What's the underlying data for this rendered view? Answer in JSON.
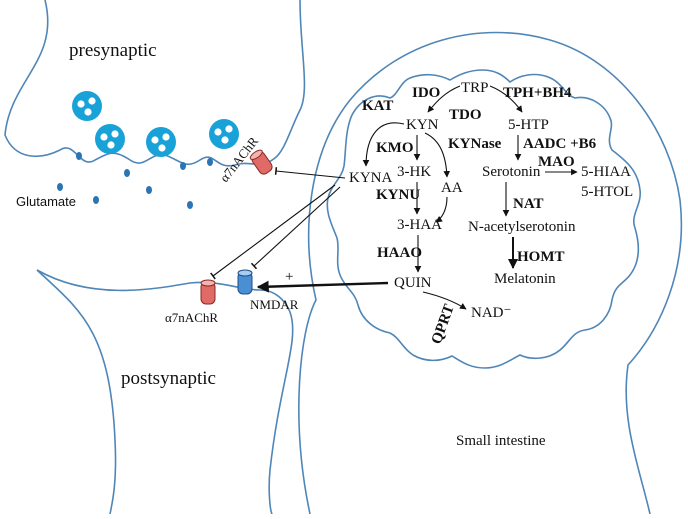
{
  "labels": {
    "presynaptic": "presynaptic",
    "postsynaptic": "postsynaptic",
    "small_intestine": "Small intestine",
    "glutamate": "Glutamate",
    "a7_pre": "α7nAChR",
    "a7_post": "α7nAChR",
    "nmdar": "NMDAR",
    "plus": "+"
  },
  "metabolites": {
    "trp": "TRP",
    "kyn": "KYN",
    "kyna": "KYNA",
    "hk3": "3-HK",
    "aa": "AA",
    "haa3": "3-HAA",
    "quin": "QUIN",
    "nad": "NAD⁻",
    "htp5": "5-HTP",
    "serotonin": "Serotonin",
    "hiaa5": "5-HIAA",
    "htol5": "5-HTOL",
    "nacetyl": "N-acetylserotonin",
    "melatonin": "Melatonin"
  },
  "enzymes": {
    "ido": "IDO",
    "tph": "TPH+BH4",
    "kat": "KAT",
    "tdo": "TDO",
    "kmo": "KMO",
    "kynase": "KYNase",
    "aadc": "AADC +B6",
    "mao": "MAO",
    "kynu": "KYNU",
    "nat": "NAT",
    "haao": "HAAO",
    "homt": "HOMT",
    "qprt": "QPRT"
  },
  "colors": {
    "membrane": "#4f86b8",
    "vesicle": "#19a2d8",
    "glutamate_dot": "#2c75b4",
    "receptor_red": "#e06a65",
    "receptor_blue": "#4a8fd4"
  }
}
